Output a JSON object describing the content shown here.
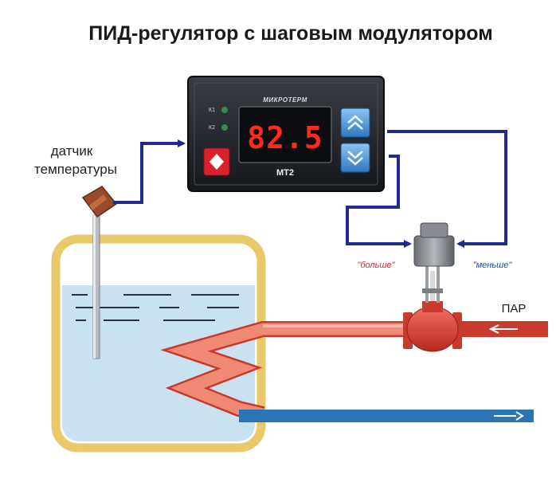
{
  "title": "ПИД-регулятор с шаговым модулятором",
  "sensor": {
    "label_line1": "датчик",
    "label_line2": "температуры"
  },
  "controller": {
    "display_value": "82.5",
    "model": "МТ2",
    "brand": "МИКРОТЕРМ",
    "indicator_1": "К1",
    "indicator_2": "К2"
  },
  "valve": {
    "more_label": "\"больше\"",
    "less_label": "\"меньше\""
  },
  "steam_label": "ПАР",
  "colors": {
    "signal_wire": "#1f2a8a",
    "steam_pipe": "#e8483a",
    "return_pipe": "#2e8fd8",
    "tank_frame": "#e9c96a",
    "water": "#c8e2ef",
    "controller_body": "#1a1c22",
    "display_red": "#ff2a1a",
    "button_red": "#d8232a",
    "button_blue": "#3a8fd8"
  },
  "icons": {
    "up_button": "double-chevron-up-icon",
    "down_button": "double-chevron-down-icon",
    "set_button": "diamond-icon"
  }
}
